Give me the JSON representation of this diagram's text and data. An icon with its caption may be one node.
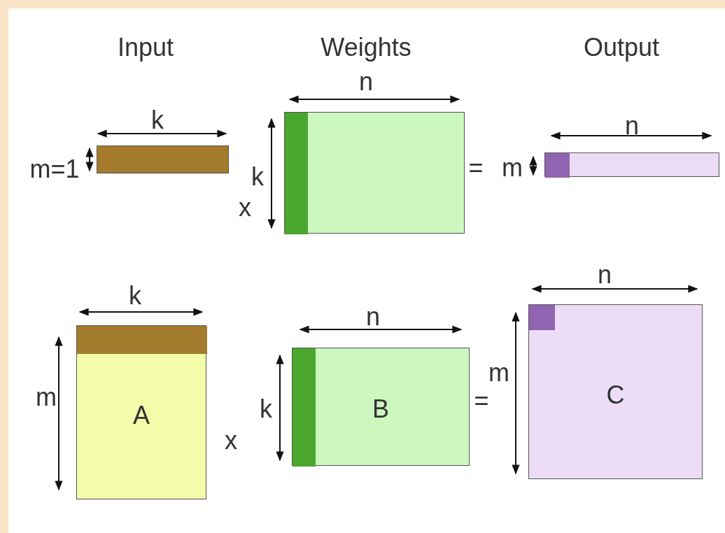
{
  "diagram": {
    "nodes": [
      {
        "text": [],
        "shape": "box"
      },
      {
        "text": [],
        "shape": "box"
      },
      {
        "text": [],
        "shape": "box",
        "in": 1
      },
      {
        "text": [],
        "shape": "box"
      },
      {
        "text": [],
        "shape": "box",
        "in": 3
      },
      {
        "text": [
          "A"
        ]
      },
      {
        "text": [],
        "shape": "box",
        "in": 5
      },
      {
        "text": [
          "B"
        ]
      },
      {
        "text": [],
        "shape": "box",
        "in": 7
      },
      {
        "text": [
          "C"
        ]
      },
      {
        "text": [],
        "shape": "box",
        "in": 9
      }
    ],
    "edges": [],
    "labels": [
      "Input",
      "Weights",
      "Output",
      "n",
      "k",
      "n",
      "m=1",
      "k",
      "=",
      "m",
      "x",
      "n",
      "k",
      "n",
      "m",
      "m",
      "=",
      "k",
      "x"
    ]
  }
}
